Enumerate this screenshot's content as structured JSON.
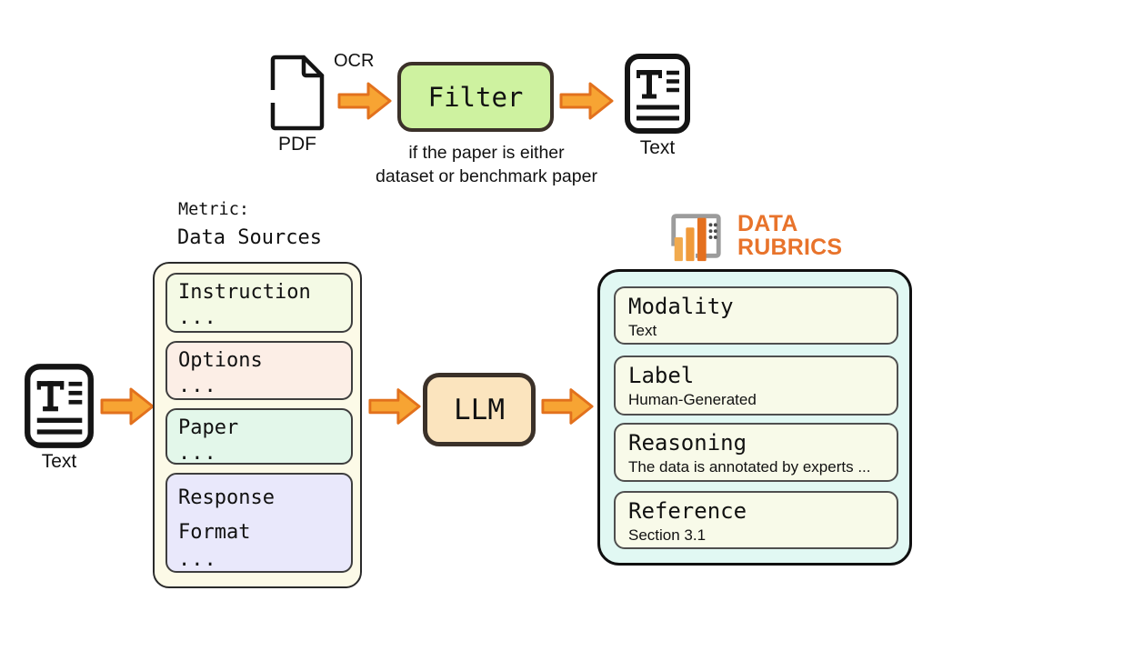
{
  "top_flow": {
    "pdf_label": "PDF",
    "ocr_label": "OCR",
    "filter_label": "Filter",
    "filter_caption_line1": "if the paper is either",
    "filter_caption_line2": "dataset or benchmark paper",
    "output_label": "Text"
  },
  "main_flow": {
    "input_label": "Text",
    "metric_heading": "Metric:",
    "metric_name": "Data Sources",
    "llm_label": "LLM",
    "data_sources": {
      "items": [
        {
          "title": "Instruction",
          "body": "...",
          "bg": "#F4FAE5"
        },
        {
          "title": "Options",
          "body": "...",
          "bg": "#FCEEE6"
        },
        {
          "title": "Paper",
          "body": "...",
          "bg": "#E3F7EA"
        },
        {
          "title": "Response Format",
          "body": "...",
          "bg": "#E9E8FB"
        }
      ],
      "panel_bg": "#FCFAE7"
    },
    "rubrics": {
      "brand_line1": "DATA",
      "brand_line2": "RUBRICS",
      "panel_bg": "#E1F8F3",
      "item_bg": "#F8FAE9",
      "items": [
        {
          "title": "Modality",
          "value": "Text"
        },
        {
          "title": "Label",
          "value": "Human-Generated"
        },
        {
          "title": "Reasoning",
          "value": "The data is annotated by experts ..."
        },
        {
          "title": "Reference",
          "value": "Section 3.1"
        }
      ]
    }
  },
  "colors": {
    "filter_bg": "#CEF2A0",
    "llm_bg": "#FBE4BE",
    "arrow_fill": "#F7A433",
    "arrow_stroke": "#E2711D",
    "dark_border": "#3B3129",
    "brand_orange": "#E8732B",
    "logo_frame_gray": "#9C9C9C",
    "logo_bar_light": "#F1AA4E",
    "logo_bar_mid": "#F09A3A",
    "logo_bar_dark": "#E4701F"
  }
}
